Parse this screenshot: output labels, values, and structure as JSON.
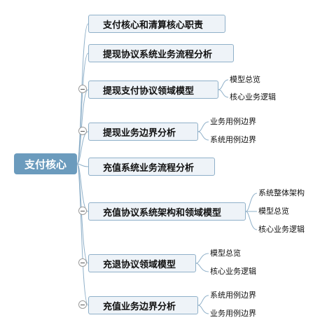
{
  "root": {
    "label": "支付核心"
  },
  "branches": [
    {
      "label": "支付核心和清算核心职责",
      "children": []
    },
    {
      "label": "提现协议系统业务流程分析",
      "children": []
    },
    {
      "label": "提现支付协议领域模型",
      "children": [
        "模型总览",
        "核心业务逻辑"
      ]
    },
    {
      "label": "提现业务边界分析",
      "children": [
        "业务用例边界",
        "系统用例边界"
      ]
    },
    {
      "label": "充值系统业务流程分析",
      "children": []
    },
    {
      "label": "充值协议系统架构和领域模型",
      "children": [
        "系统整体架构",
        "模型总览",
        "核心业务逻辑"
      ]
    },
    {
      "label": "充退协议领域模型",
      "children": [
        "模型总览",
        "核心业务逻辑"
      ]
    },
    {
      "label": "充值业务边界分析",
      "children": [
        "系统用例边界",
        "业务用例边界"
      ]
    }
  ],
  "colors": {
    "root_fill": "#6b9bbd",
    "branch_fill": "#eef3f8",
    "branch_border": "#8fb0c9",
    "connector": "#8fb0c9"
  }
}
